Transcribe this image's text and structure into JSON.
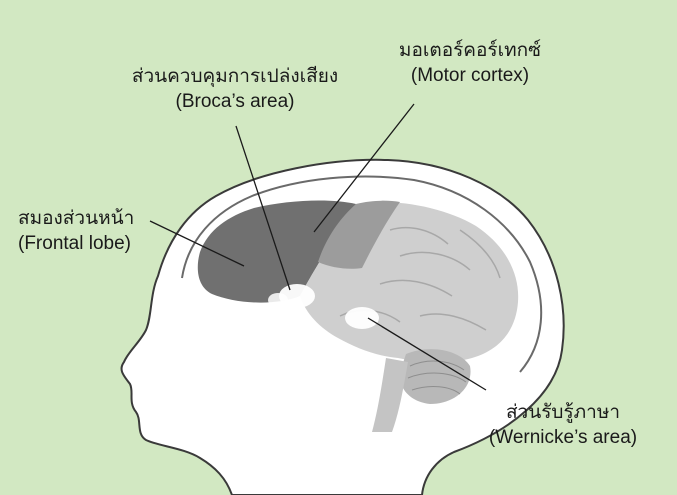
{
  "diagram": {
    "background": "#d2e8c2",
    "head_fill": "#ffffff",
    "head_outline": "#3a3a3a",
    "frontal_color": "#707070",
    "motor_color": "#9c9c9c",
    "brain_color": "#cfcfcf",
    "hotspot_color": "#ffffff",
    "labels": {
      "broca": {
        "thai": "ส่วนควบคุมการเปล่งเสียง",
        "english": "(Broca’s area)"
      },
      "motor": {
        "thai": "มอเตอร์คอร์เทกซ์",
        "english": "(Motor cortex)"
      },
      "frontal": {
        "thai": "สมองส่วนหน้า",
        "english": "(Frontal lobe)"
      },
      "wernicke": {
        "thai": "ส่วนรับรู้ภาษา",
        "english": "(Wernicke’s area)"
      }
    }
  }
}
